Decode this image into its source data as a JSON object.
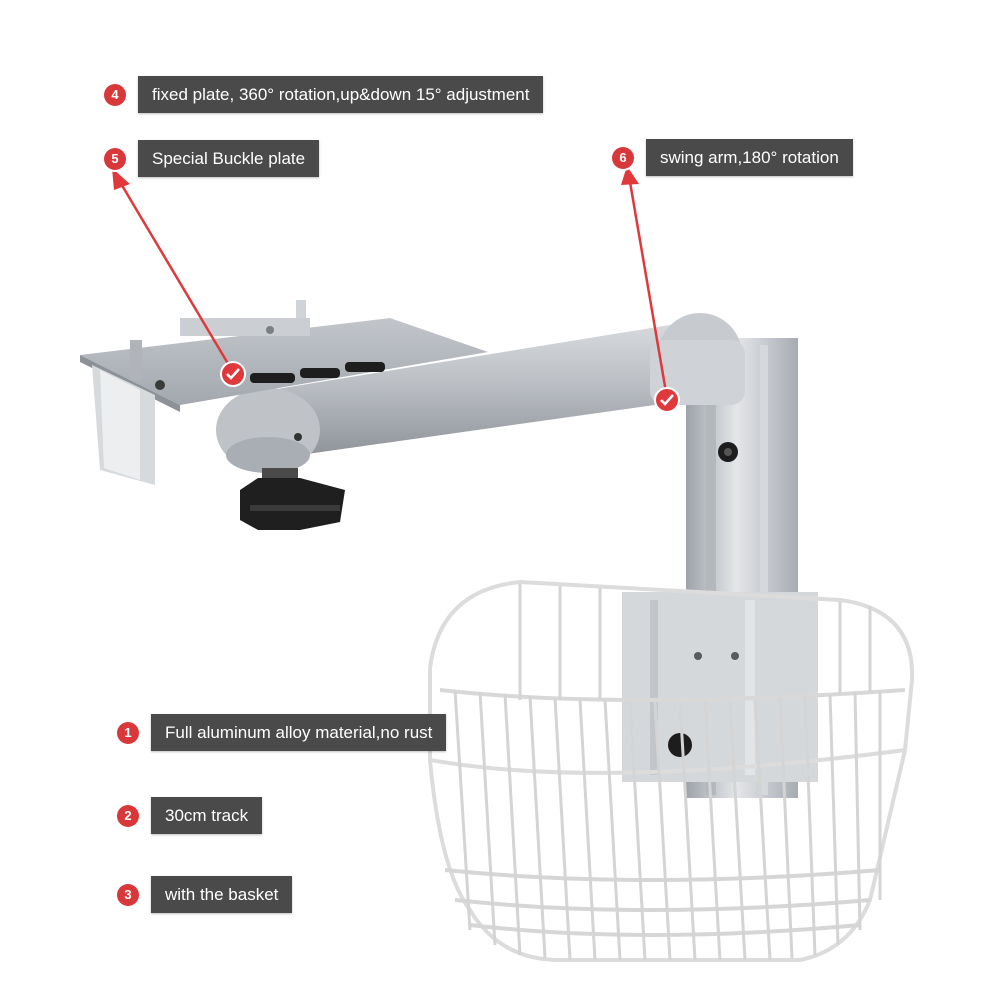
{
  "callouts": [
    {
      "number": "4",
      "text": "fixed plate, 360° rotation,up&down 15° adjustment"
    },
    {
      "number": "5",
      "text": "Special Buckle plate"
    },
    {
      "number": "6",
      "text": "swing arm,180° rotation"
    },
    {
      "number": "1",
      "text": "Full aluminum alloy material,no rust"
    },
    {
      "number": "2",
      "text": "30cm track"
    },
    {
      "number": "3",
      "text": "with the basket"
    }
  ],
  "colors": {
    "badge": "#d9383a",
    "label_bg": "#4a4a4a",
    "label_text": "#ffffff",
    "arrow": "#e0393b",
    "metal": "#c9ccd0",
    "basket_wire": "#e6e6e6"
  },
  "icons": [
    "check-icon",
    "check-icon"
  ]
}
